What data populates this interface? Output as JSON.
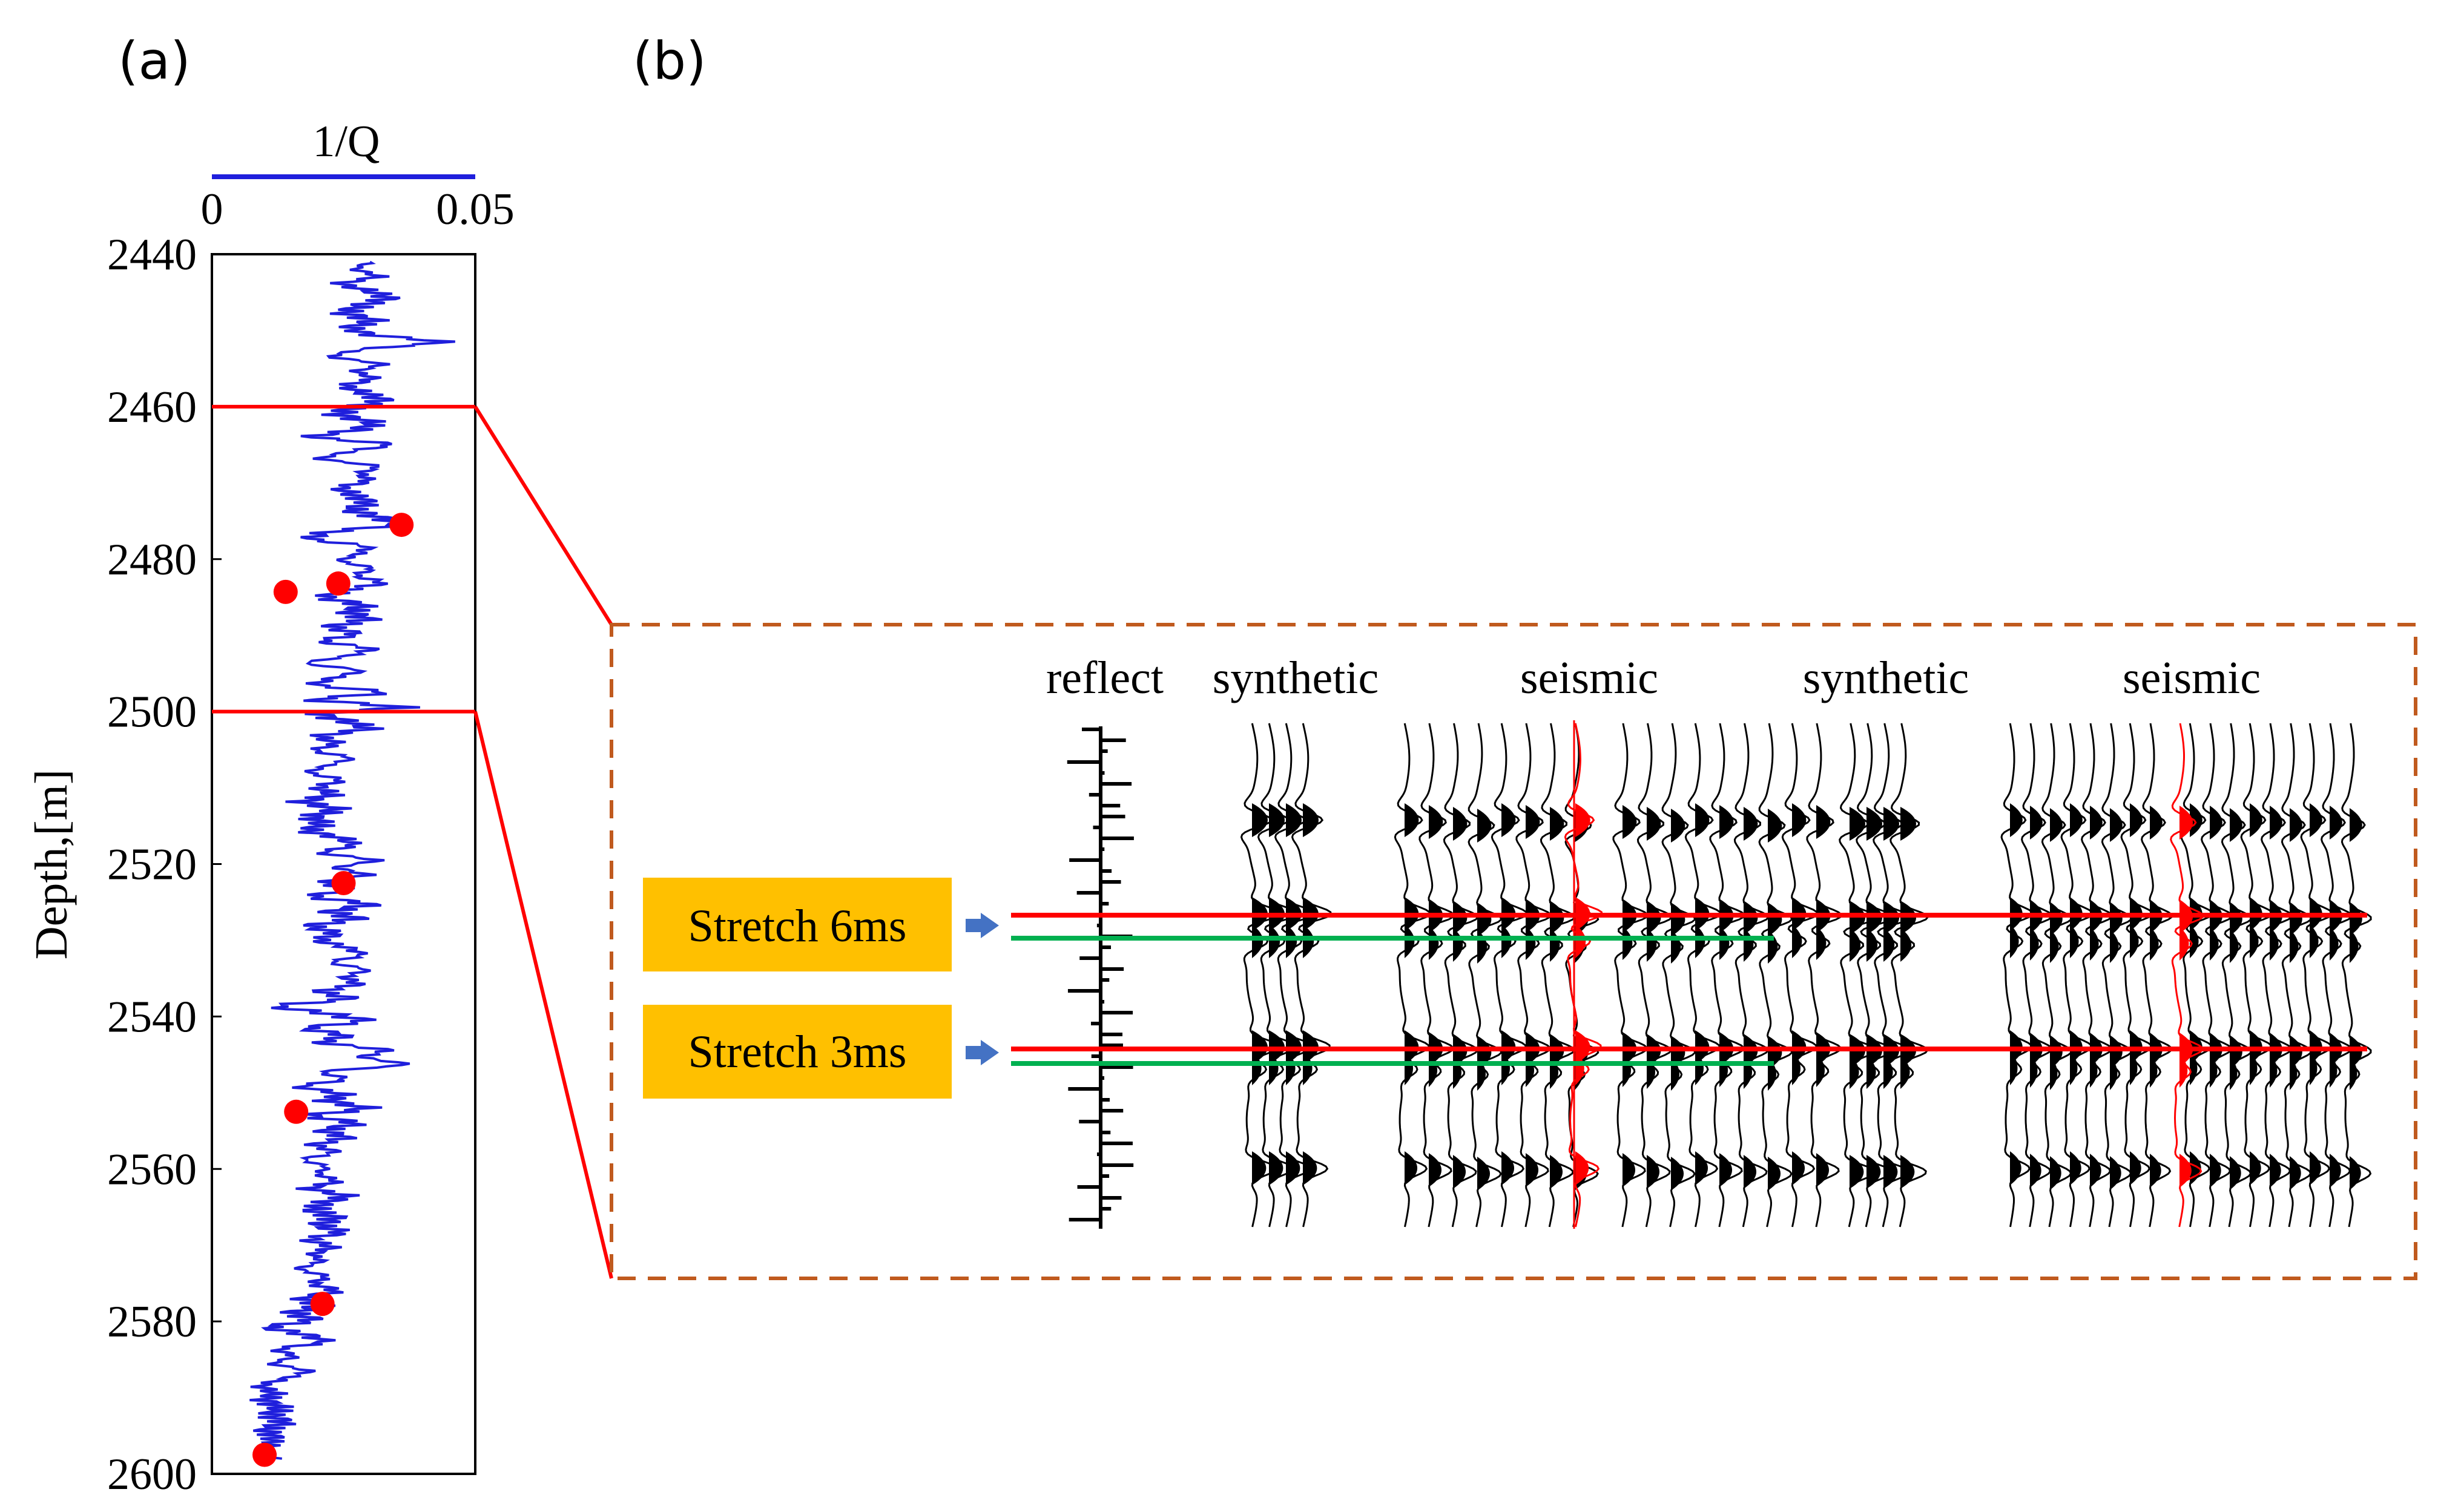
{
  "panels": {
    "a": "(a)",
    "b": "(b)"
  },
  "colors": {
    "log_line": "#1f1fdc",
    "sample_points": "#ff0000",
    "zoom_lines": "#ff0000",
    "zoom_box": "#c05a1e",
    "callout_fill": "#ffc000",
    "green_marker": "#00b050",
    "trace": "#000000"
  },
  "chart_data": [
    {
      "type": "line",
      "xlabel": "1/Q",
      "ylabel": "Depth,[m]",
      "xlim": [
        0,
        0.05
      ],
      "ylim": [
        2440,
        2600
      ],
      "x_ticks": [
        "0",
        "0.05"
      ],
      "y_ticks": [
        "2440",
        "2460",
        "2480",
        "2500",
        "2520",
        "2540",
        "2560",
        "2580",
        "2600"
      ],
      "y_inverted": true,
      "grid": false,
      "series": [
        {
          "values_depth_step": 1,
          "x": [
            0.03,
            0.027,
            0.032,
            0.024,
            0.03,
            0.034,
            0.028,
            0.025,
            0.031,
            0.026,
            0.03,
            0.045,
            0.028,
            0.022,
            0.033,
            0.027,
            0.031,
            0.025,
            0.029,
            0.033,
            0.026,
            0.024,
            0.031,
            0.028,
            0.018,
            0.035,
            0.026,
            0.02,
            0.032,
            0.028,
            0.03,
            0.024,
            0.027,
            0.03,
            0.026,
            0.032,
            0.036,
            0.022,
            0.018,
            0.03,
            0.028,
            0.024,
            0.031,
            0.027,
            0.033,
            0.025,
            0.021,
            0.029,
            0.026,
            0.03,
            0.022,
            0.028,
            0.02,
            0.031,
            0.026,
            0.017,
            0.029,
            0.023,
            0.019,
            0.034,
            0.018,
            0.037,
            0.02,
            0.026,
            0.03,
            0.02,
            0.024,
            0.019,
            0.027,
            0.022,
            0.018,
            0.025,
            0.02,
            0.023,
            0.017,
            0.024,
            0.019,
            0.021,
            0.018,
            0.025,
            0.027,
            0.02,
            0.032,
            0.023,
            0.03,
            0.021,
            0.026,
            0.018,
            0.031,
            0.022,
            0.028,
            0.018,
            0.024,
            0.02,
            0.026,
            0.029,
            0.022,
            0.03,
            0.025,
            0.028,
            0.02,
            0.027,
            0.011,
            0.022,
            0.03,
            0.017,
            0.026,
            0.02,
            0.034,
            0.028,
            0.038,
            0.02,
            0.026,
            0.016,
            0.025,
            0.022,
            0.03,
            0.018,
            0.028,
            0.021,
            0.026,
            0.019,
            0.024,
            0.017,
            0.022,
            0.02,
            0.024,
            0.018,
            0.026,
            0.021,
            0.019,
            0.024,
            0.02,
            0.025,
            0.018,
            0.023,
            0.019,
            0.021,
            0.016,
            0.022,
            0.019,
            0.024,
            0.017,
            0.021,
            0.015,
            0.02,
            0.01,
            0.018,
            0.022,
            0.012,
            0.016,
            0.011,
            0.019,
            0.014,
            0.009,
            0.012,
            0.01,
            0.013,
            0.011,
            0.014,
            0.01,
            0.012,
            0.011,
            0.01,
            0.012
          ]
        },
        {
          "name": "",
          "type": "scatter",
          "points": [
            {
              "x": 0.036,
              "depth": 2475.5
            },
            {
              "x": 0.014,
              "depth": 2484.3
            },
            {
              "x": 0.024,
              "depth": 2483.2
            },
            {
              "x": 0.025,
              "depth": 2522.5
            },
            {
              "x": 0.016,
              "depth": 2552.5
            },
            {
              "x": 0.021,
              "depth": 2577.7
            },
            {
              "x": 0.01,
              "depth": 2597.5
            }
          ]
        }
      ],
      "zoom_depths": [
        2460,
        2500
      ]
    },
    {
      "type": "other",
      "columns": [
        "reflect",
        "synthetic",
        "seismic",
        "synthetic",
        "seismic"
      ],
      "callouts": [
        {
          "label": "Stretch 6ms"
        },
        {
          "label": "Stretch 3ms"
        }
      ]
    }
  ]
}
